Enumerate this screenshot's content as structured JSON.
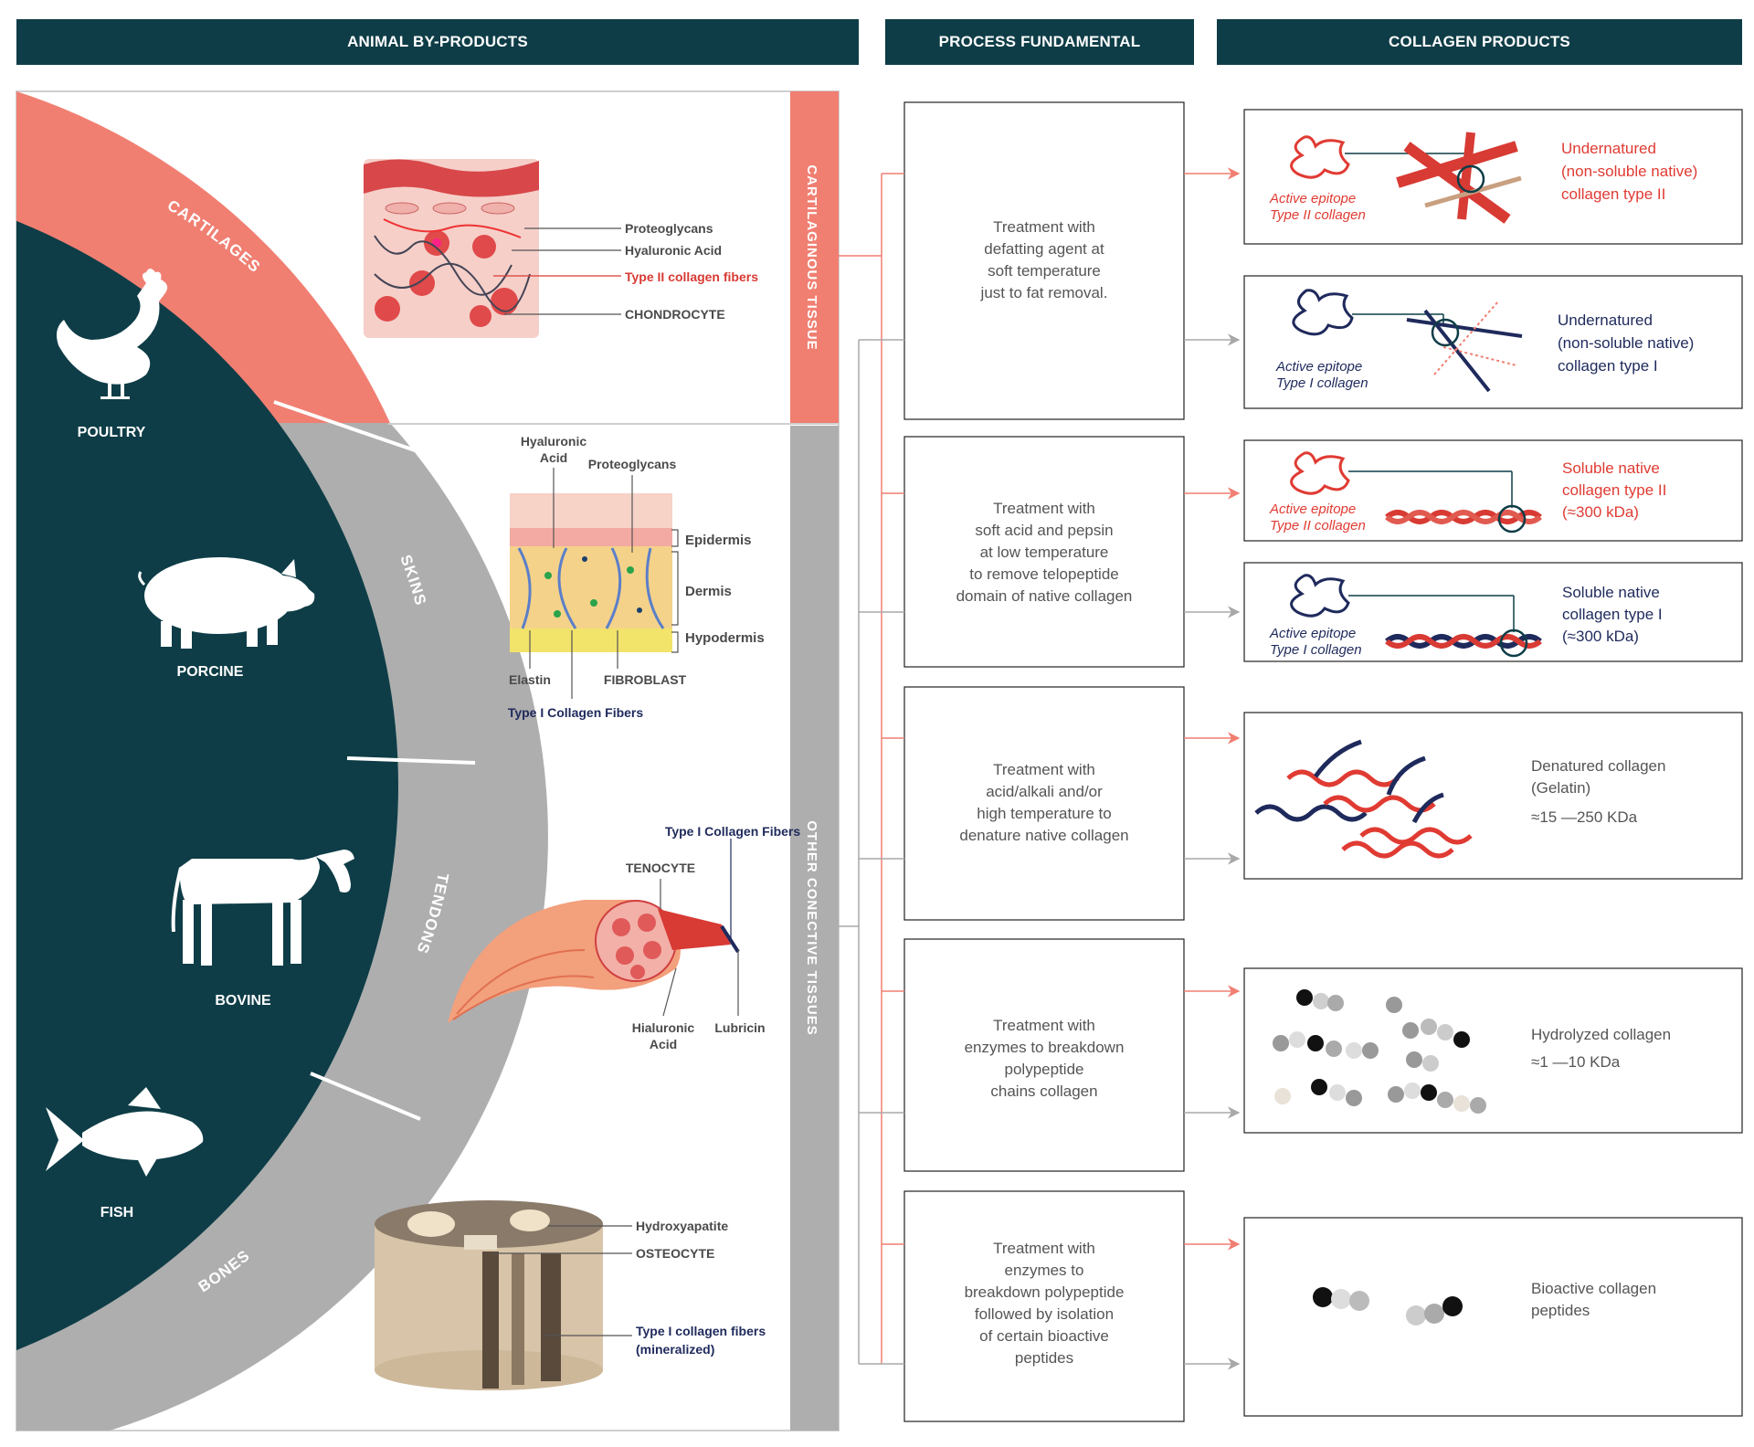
{
  "headers": {
    "animal": "ANIMAL BY-PRODUCTS",
    "process": "PROCESS FUNDAMENTAL",
    "products": "COLLAGEN PRODUCTS"
  },
  "animals": [
    "POULTRY",
    "PORCINE",
    "BOVINE",
    "FISH"
  ],
  "ring_labels": [
    "CARTILAGES",
    "SKINS",
    "TENDONS",
    "BONES"
  ],
  "tissue_bands": [
    "CARTILAGINOUS TISSUE",
    "OTHER CONECTIVE TISSUES"
  ],
  "cartilage_labels": [
    "Proteoglycans",
    "Hyaluronic Acid",
    "Type II collagen fibers",
    "CHONDROCYTE"
  ],
  "skin_labels": {
    "hyaluronic": [
      "Hyaluronic",
      "Acid"
    ],
    "proteoglycans": "Proteoglycans",
    "epidermis": "Epidermis",
    "dermis": "Dermis",
    "hypodermis": "Hypodermis",
    "elastin": "Elastin",
    "fibroblast": "FIBROBLAST",
    "type1": "Type I Collagen Fibers"
  },
  "tendon_labels": {
    "type1": "Type I Collagen Fibers",
    "tenocyte": "TENOCYTE",
    "hialuronic": [
      "Hialuronic",
      "Acid"
    ],
    "lubricin": "Lubricin"
  },
  "bone_labels": [
    "Hydroxyapatite",
    "OSTEOCYTE",
    "Type I collagen fibers",
    "(mineralized)"
  ],
  "processes": [
    [
      "Treatment with",
      "defatting agent at",
      "soft temperature",
      "just to fat removal."
    ],
    [
      "Treatment with",
      "soft acid and pepsin",
      "at low temperature",
      "to remove telopeptide",
      "domain of native collagen"
    ],
    [
      "Treatment with",
      "acid/alkali and/or",
      "high temperature to",
      "denature native collagen"
    ],
    [
      "Treatment with",
      "enzymes to breakdown",
      "polypeptide",
      "chains collagen"
    ],
    [
      "Treatment with",
      "enzymes to",
      "breakdown polypeptide",
      "followed by isolation",
      "of certain bioactive",
      "peptides"
    ]
  ],
  "epitope_labels": {
    "type2": [
      "Active epitope",
      "Type II collagen"
    ],
    "type1": [
      "Active epitope",
      "Type I collagen"
    ]
  },
  "products": [
    [
      "Undernatured",
      "(non-soluble native)",
      "collagen type II"
    ],
    [
      "Undernatured",
      "(non-soluble native)",
      "collagen type I"
    ],
    [
      "Soluble native",
      "collagen type II",
      "(≈300 kDa)"
    ],
    [
      "Soluble native",
      "collagen type I",
      "(≈300 kDa)"
    ],
    [
      "Denatured collagen",
      "(Gelatin)",
      "≈15 —250 KDa"
    ],
    [
      "Hydrolyzed collagen",
      "≈1 —10 KDa"
    ],
    [
      "Bioactive collagen",
      "peptides"
    ]
  ],
  "colors": {
    "dark_teal": "#0e3d47",
    "salmon": "#f07f72",
    "gray_band": "#aeaeae",
    "red": "#e03b33",
    "navy": "#1f2a5c"
  }
}
